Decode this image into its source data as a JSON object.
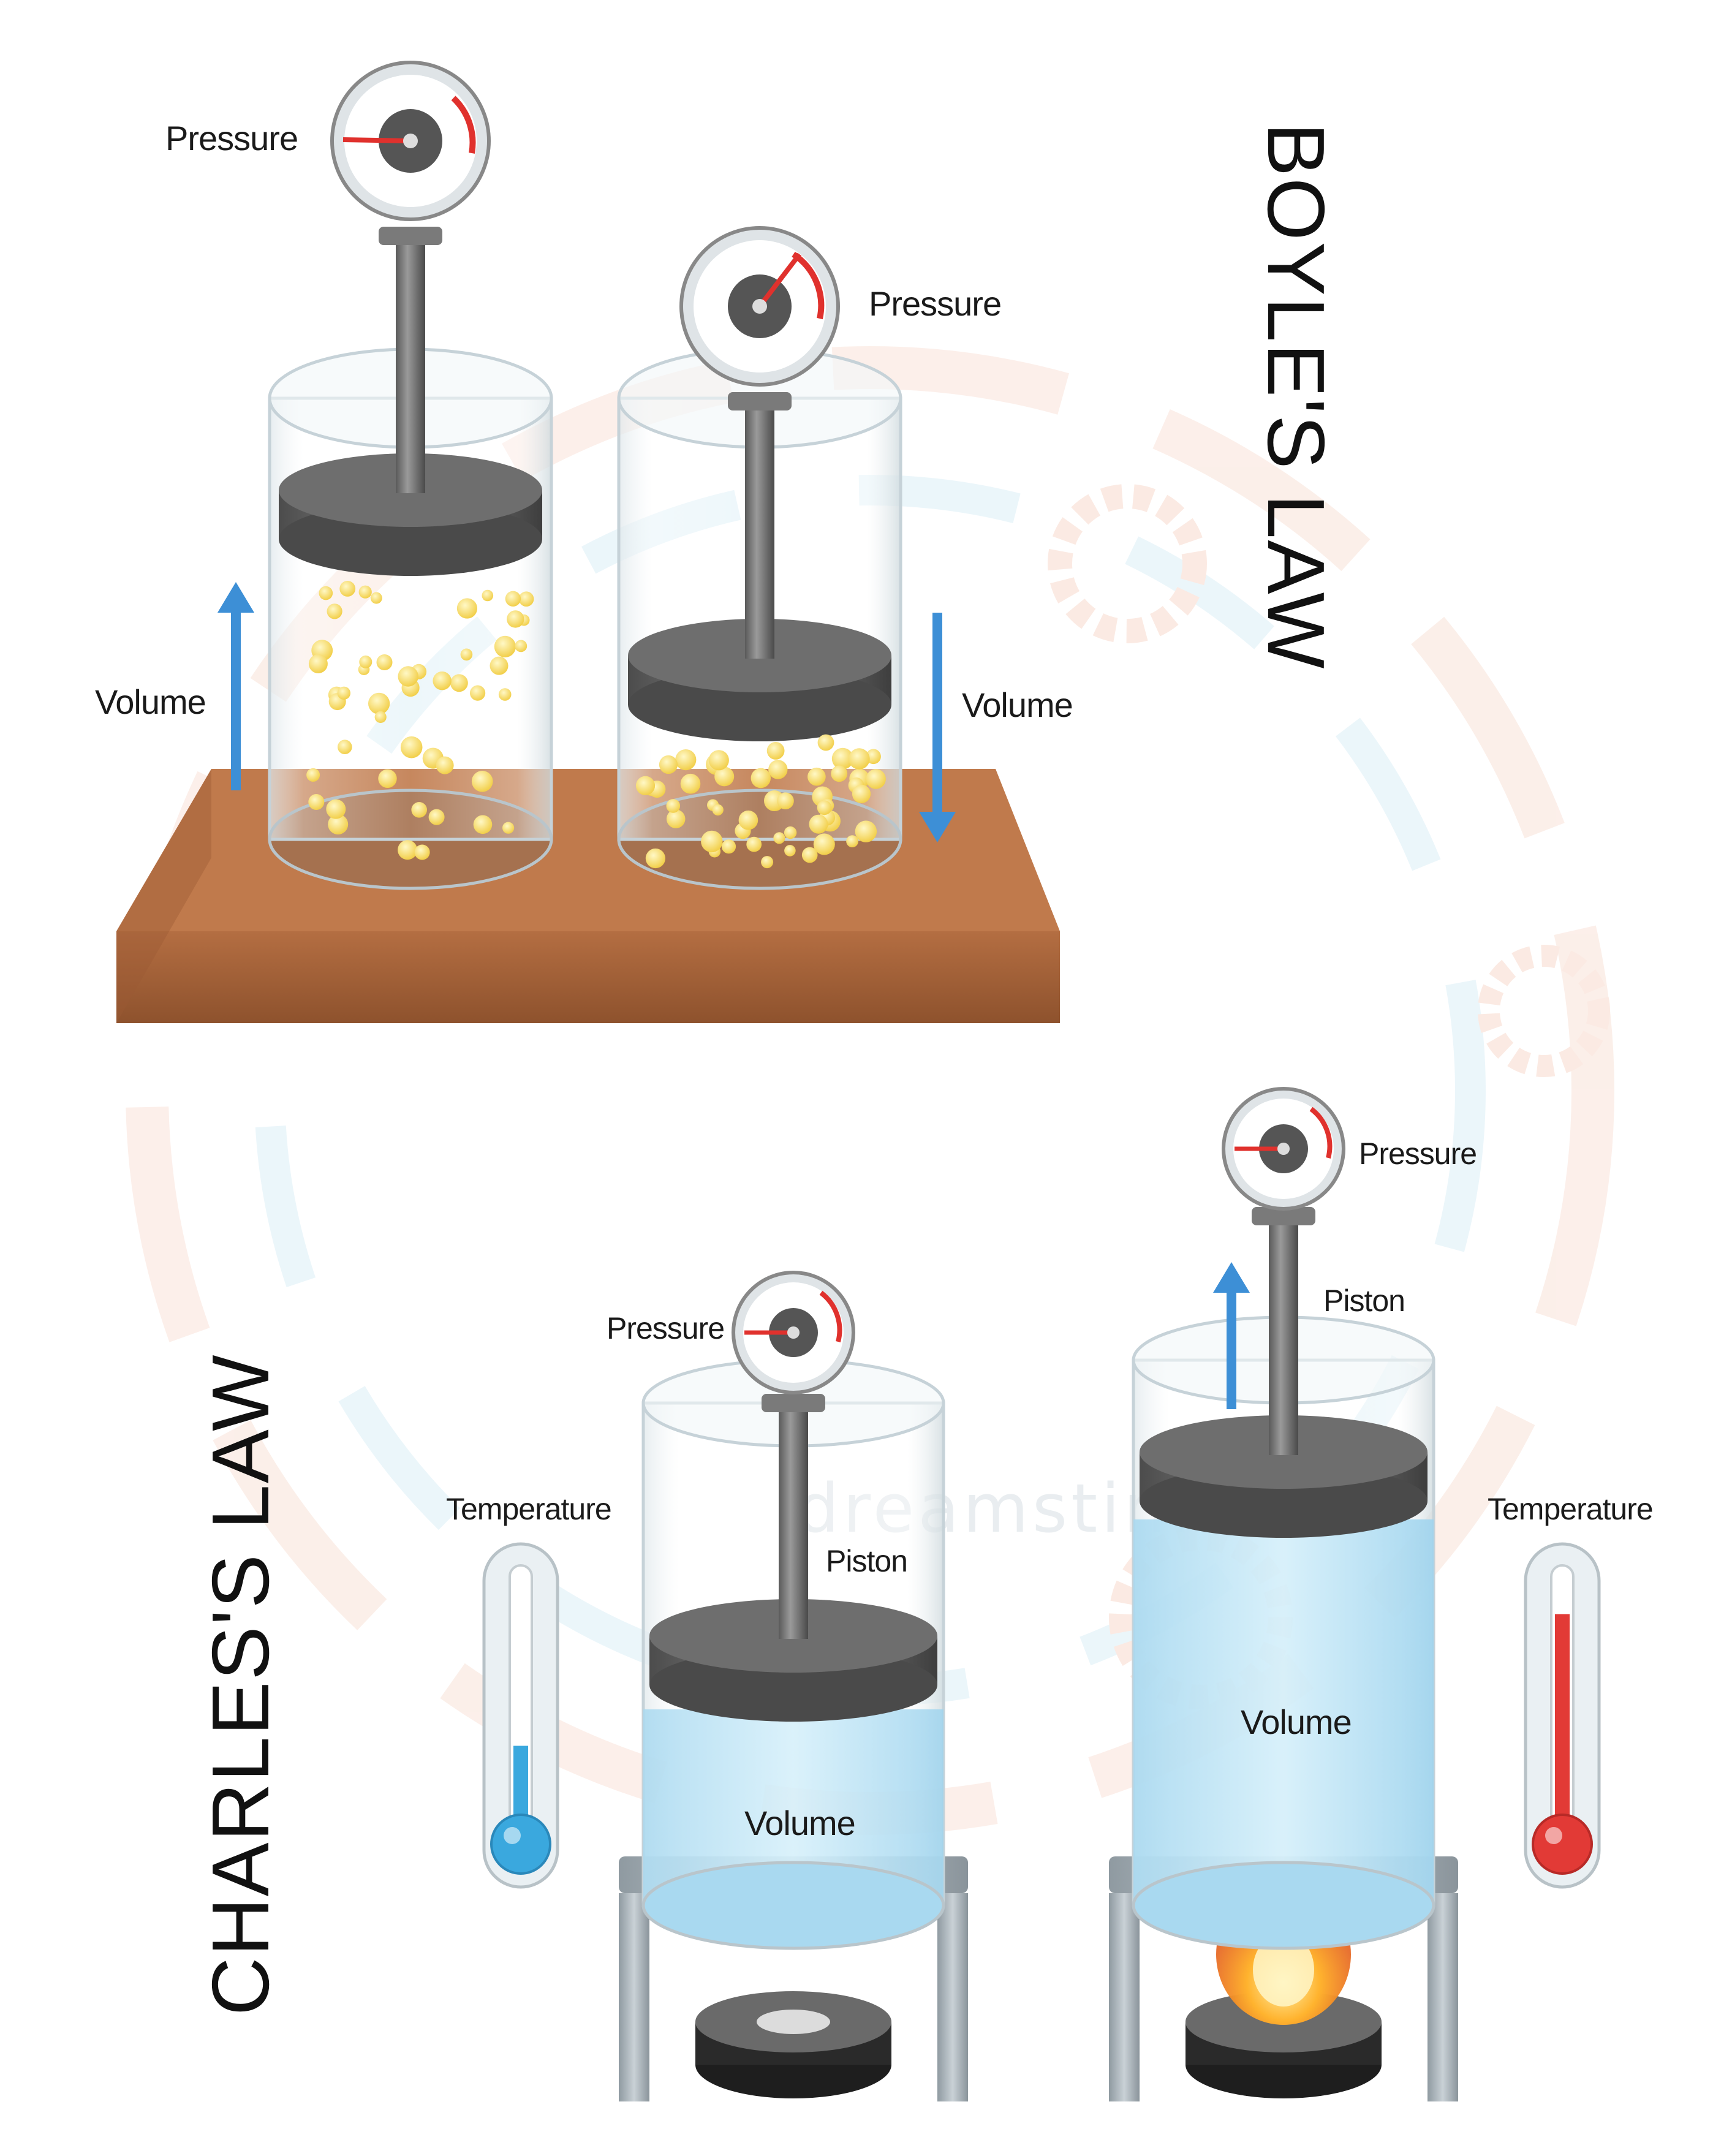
{
  "titles": {
    "boyles_law": "BOYLE'S LAW",
    "charles_law": "CHARLES'S LAW"
  },
  "boyle": {
    "left_cylinder": {
      "pressure_label": "Pressure",
      "volume_label": "Volume",
      "volume_arrow": "up",
      "gauge_level": 0.2
    },
    "right_cylinder": {
      "pressure_label": "Pressure",
      "volume_label": "Volume",
      "volume_arrow": "down",
      "gauge_level": 0.55
    }
  },
  "charles": {
    "cold_cylinder": {
      "pressure_label": "Pressure",
      "piston_label": "Piston",
      "volume_label": "Volume",
      "temperature_label": "Temperature",
      "thermometer_level": 0.35,
      "burner": "off"
    },
    "hot_cylinder": {
      "pressure_label": "Pressure",
      "piston_label": "Piston",
      "volume_label": "Volume",
      "temperature_label": "Temperature",
      "thermometer_level": 0.85,
      "burner": "on",
      "piston_arrow": "up"
    }
  },
  "watermark": "dreamstime",
  "colors": {
    "arrow_blue": "#3d8fd6",
    "liquid_blue": "#bfe4f5",
    "particle_yellow": "#f7df6a",
    "wood": "#a4623a",
    "gauge_red": "#e0312d",
    "thermo_cold": "#3aa8de",
    "thermo_hot": "#e23a36"
  }
}
